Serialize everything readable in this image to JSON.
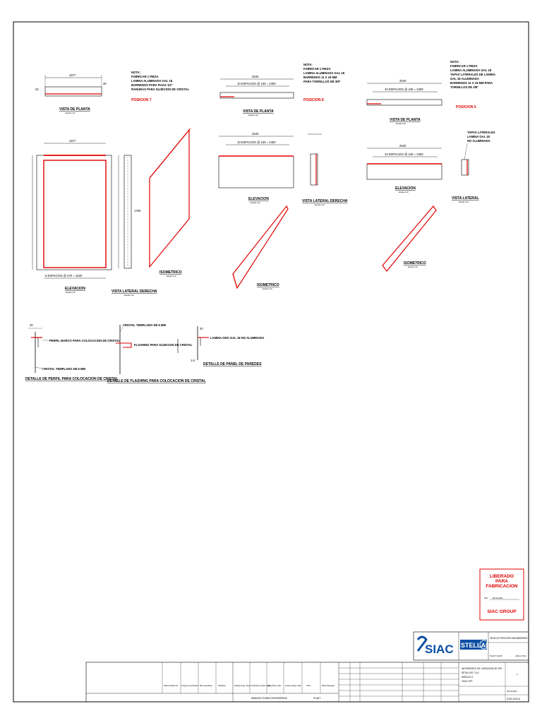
{
  "posicion7": {
    "note": [
      "NOTA:",
      "FABRICAR 1 PIEZA",
      "LAMINA ALUMINADA GAL 18",
      "BARRENOS PARA PIJAS 1/2\"",
      "RANURAS PARA SUJECION DE CRISTAL"
    ],
    "position_label": "POSICION 7",
    "plan_title": "VISTA DE PLANTA",
    "elev_title": "ELEVACION",
    "side_title": "VISTA LATERAL DERECHA",
    "iso_title": "ISOMETRICO",
    "dim_width": "1677",
    "dim_bottom": "6 ESPACIOS @ 270 = 1620",
    "dim_side": "1750"
  },
  "posicion8": {
    "note": [
      "NOTA:",
      "FABRICAR 1 PIEZA",
      "LAMINA ALUMINADA GAL 18",
      "BARRENOS 11 X 19 MM",
      "PARA TORNILLOS DE 3/8\""
    ],
    "position_label": "POSICION 8",
    "plan_title": "VISTA DE PLANTA",
    "elev_title": "ELEVACION",
    "side_title": "VISTA LATERAL DERECHA",
    "iso_title": "ISOMETRICO",
    "dim_width": "2540",
    "dim_spaces": "10 ESPACIOS @ 240 = 2400"
  },
  "posicion5": {
    "note": [
      "NOTA:",
      "FABRICAR 1 PIEZA",
      "LAMINA ALUMINADA GAL 18",
      "TAPAS LATERALES DE LAMINA",
      "GAL 18 ALUMINADA",
      "BARRENOS 11 X 19 MM PARA",
      "TORNILLOS DE 3/8\""
    ],
    "position_label": "POSICION 5",
    "plan_title": "VISTA DE PLANTA",
    "elev_title": "ELEVACION",
    "side_title": "VISTA LATERAL",
    "iso_title": "ISOMETRICO",
    "side_note": [
      "TAPAS LATERALES",
      "LAMINA GAL 18",
      "NO ALUMINADA"
    ],
    "dim_width": "2540",
    "dim_spaces": "10 ESPACIOS @ 240 = 2400"
  },
  "scale_text": "Escala 1:10",
  "details": {
    "d1_title": "DETALLE DE PERFIL PARA COLOCACION DE CRISTAL",
    "d1_note_a": "PERFIL MARCO PARA COLOCACION DE CRISTAL",
    "d1_note_b": "CRISTAL TEMPLADO DE 6 MM",
    "d2_title": "DETALLE DE FLASHING PARA COLOCACION DE CRISTAL",
    "d2_note_a": "CRISTAL TEMPLADO DE 6 MM",
    "d2_note_b": "FLASHING PARA SUJECION DE CRISTAL",
    "d3_title": "DETALLE DE PANEL DE PAREDES",
    "d3_note": "LAMINA GRG GAL 18 NO ALUMINADA"
  },
  "stamp": {
    "line1": "LIBERADO",
    "line2": "PARA",
    "line3": "FABRICACION",
    "date_prefix": "Siac",
    "date": "05-04-2022",
    "company": "SIAC GROUP"
  },
  "titleblock": {
    "company": "SIAC",
    "brand": "STELLANTIS",
    "dept": "VEHICLE PROCESS ENGINEERING",
    "plant_ref": "PLANT SHOP",
    "sheet_ref": "LINE & TAG",
    "desc": [
      "INCREMENTO DE CAPACIDAD 60 JPH",
      "DETALLES 7 & 8",
      "MODULO 1",
      "TACK OFF"
    ],
    "mfg": "MANUFACTURING ENGINEERING",
    "plant": "PLANT",
    "drawing_no": "S100-1020-A",
    "col_labels": [
      "Plant Proj/Rt Cd.",
      "Project Coordinator",
      "Mat. Handling",
      "Facilities",
      "Facility Engr. Supv.",
      "Production Supv. Mgr.",
      "Mfg./Plng. Mgr.",
      "Head of Engr. Mgr.",
      "CPO",
      "Plant Manager"
    ],
    "rev": "A",
    "date": "05-04-2022"
  }
}
